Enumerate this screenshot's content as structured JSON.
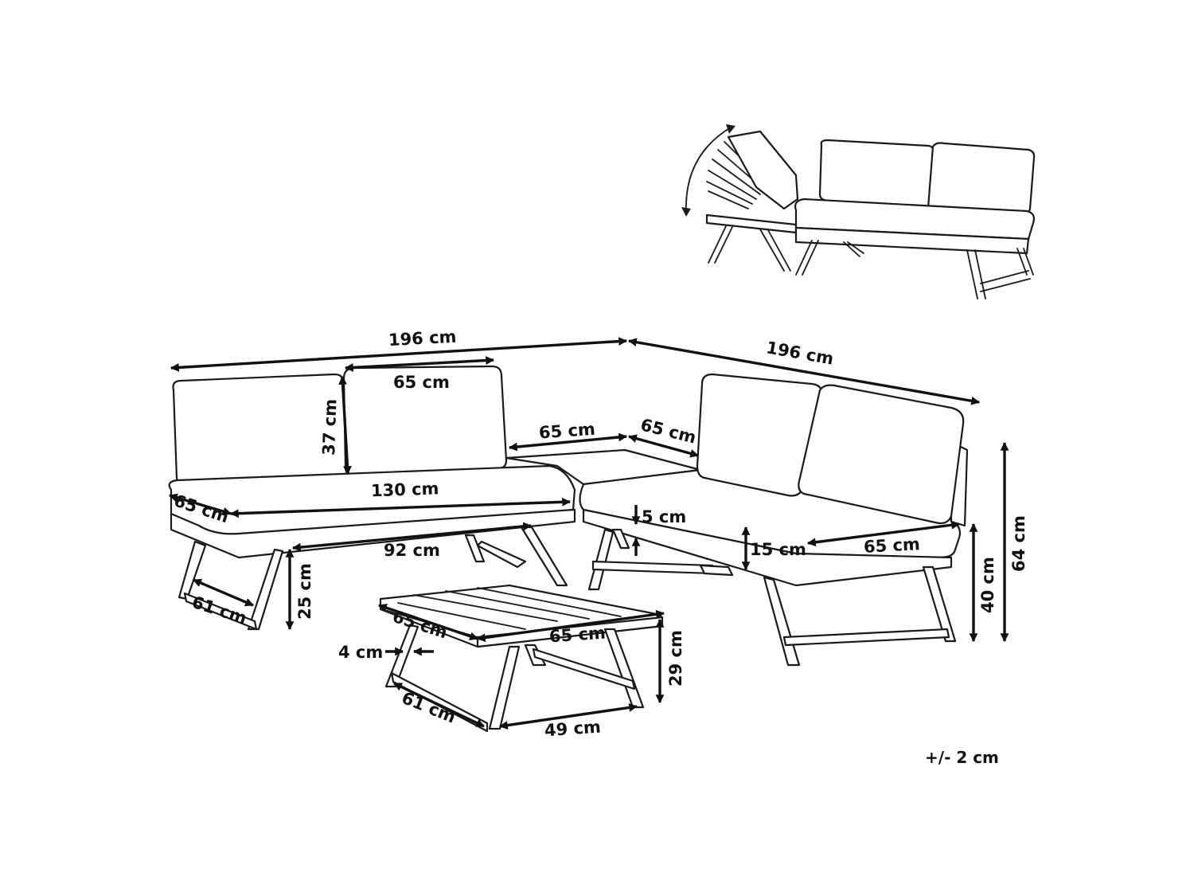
{
  "tolerance": "+/- 2 cm",
  "dimensions": {
    "left_sofa_length": "196 cm",
    "right_sofa_length": "196 cm",
    "back_cushion_width": "65 cm",
    "back_cushion_height": "37 cm",
    "corner_width": "65 cm",
    "corner_depth": "65 cm",
    "seat_depth": "65 cm",
    "seat_length": "130 cm",
    "leg_spacing": "92 cm",
    "leg_base_depth": "61 cm",
    "seat_height_left": "25 cm",
    "frame_thickness": "5 cm",
    "cushion_thickness": "15 cm",
    "right_seat_depth": "65 cm",
    "seat_height": "40 cm",
    "total_height": "64 cm",
    "table_depth": "65 cm",
    "table_width": "65 cm",
    "table_leg_thickness": "4 cm",
    "table_height": "29 cm",
    "table_base_depth": "61 cm",
    "table_base_width": "49 cm"
  }
}
